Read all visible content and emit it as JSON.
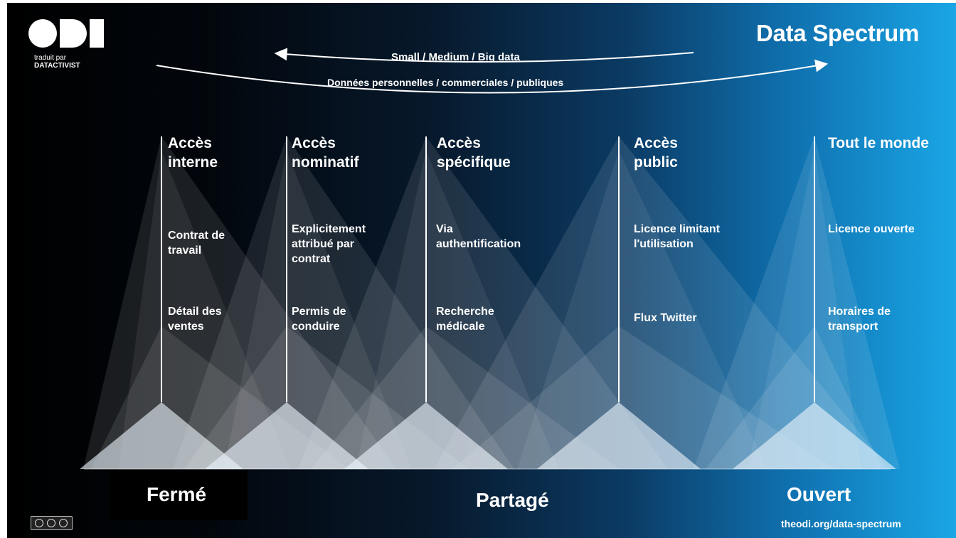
{
  "title": "Data Spectrum",
  "logo": {
    "text": "ODI",
    "subtitle": "traduit par",
    "partner": "DATACTIVIST"
  },
  "arc_top": "Small  /  Medium  /  Big data",
  "arc_bottom": "Données personnelles / commerciales / publiques",
  "columns": [
    {
      "heading": "Accès\ninterne",
      "example1": "Contrat de\ntravail",
      "example2": "Détail des\nventes"
    },
    {
      "heading": "Accès\nnominatif",
      "example1": "Explicitement\nattribué par\ncontrat",
      "example2": "Permis de\nconduire"
    },
    {
      "heading": "Accès\nspécifique",
      "example1": "Via\nauthentification",
      "example2": "Recherche\nmédicale"
    },
    {
      "heading": "Accès\npublic",
      "example1": "Licence limitant\nl'utilisation",
      "example2": "Flux Twitter"
    },
    {
      "heading": "Tout le monde",
      "example1": "Licence ouverte",
      "example2": "Horaires de\ntransport"
    }
  ],
  "bottom": {
    "closed": "Fermé",
    "shared": "Partagé",
    "open": "Ouvert"
  },
  "url": "theodi.org/data-spectrum",
  "license_icon": "creative-commons-icon",
  "colors": {
    "dark": "#000000",
    "light_blue": "#1aa6e6",
    "text": "#ffffff"
  }
}
